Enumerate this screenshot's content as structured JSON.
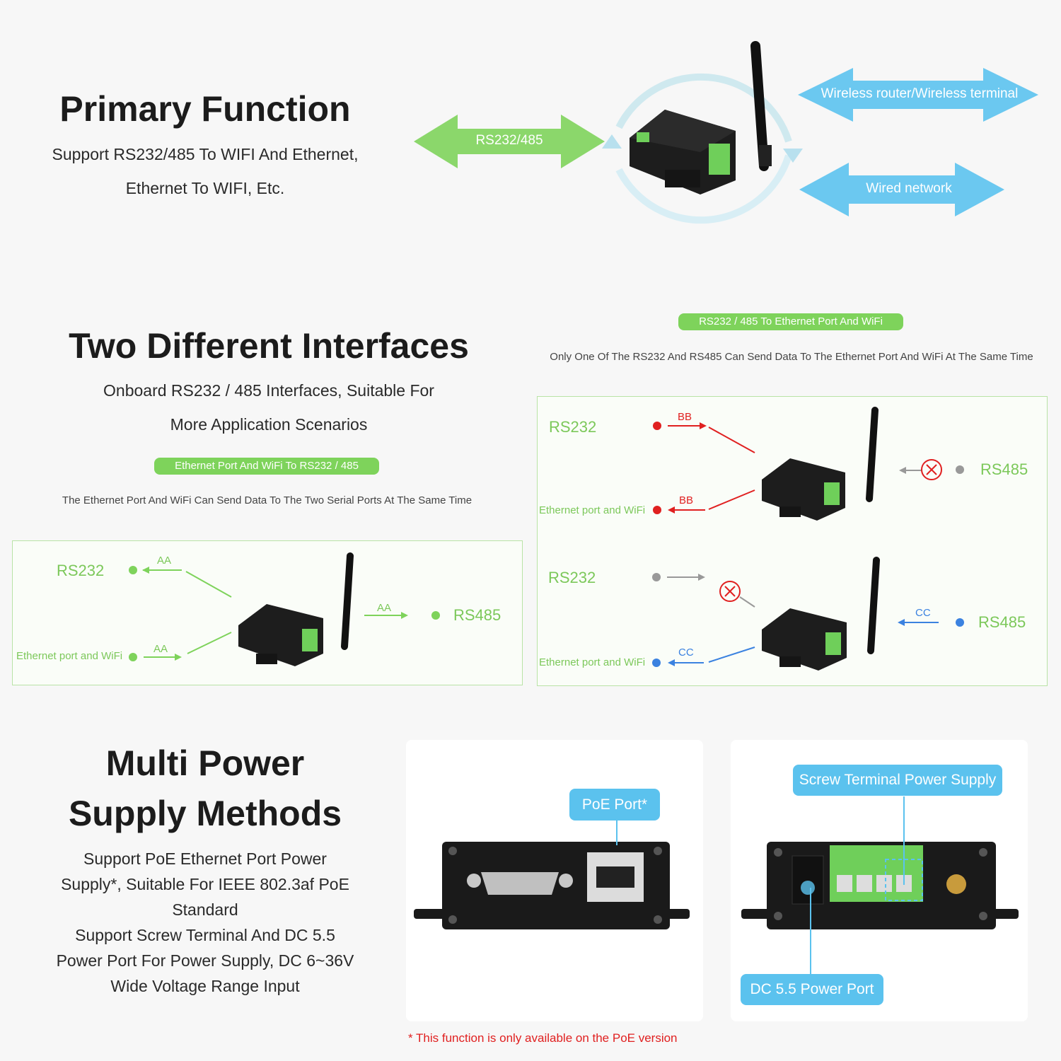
{
  "section1": {
    "title": "Primary Function",
    "line1": "Support RS232/485 To WIFI And Ethernet,",
    "line2": "Ethernet To WIFI, Etc.",
    "arrow_serial": "RS232/485",
    "arrow_wireless": "Wireless router/Wireless terminal",
    "arrow_wired": "Wired network"
  },
  "section2": {
    "title": "Two Different Interfaces",
    "line1": "Onboard RS232 / 485 Interfaces, Suitable For",
    "line2": "More Application Scenarios",
    "left_pill": "Ethernet Port And WiFi To RS232 / 485",
    "left_note": "The Ethernet Port And WiFi Can Send Data To The Two Serial Ports At The Same Time",
    "right_pill": "RS232 / 485 To Ethernet Port And WiFi",
    "right_note": "Only One Of The RS232 And RS485 Can Send Data To The Ethernet Port And WiFi At The Same Time",
    "left_diagram": {
      "rs232": "RS232",
      "eth_wifi": "Ethernet port and WiFi",
      "rs485": "RS485",
      "tag": "AA"
    },
    "right_top": {
      "rs232": "RS232",
      "eth_wifi": "Ethernet port and WiFi",
      "rs485": "RS485",
      "tag": "BB"
    },
    "right_bottom": {
      "rs232": "RS232",
      "eth_wifi": "Ethernet port and WiFi",
      "rs485": "RS485",
      "tag": "CC"
    }
  },
  "section3": {
    "title1": "Multi Power",
    "title2": "Supply Methods",
    "p1": "Support PoE Ethernet Port Power",
    "p2": "Supply*, Suitable For IEEE 802.3af PoE",
    "p3": "Standard",
    "p4": "Support Screw Terminal And DC 5.5",
    "p5": "Power Port For Power Supply, DC 6~36V",
    "p6": "Wide Voltage Range Input",
    "poe_label": "PoE Port*",
    "screw_label": "Screw Terminal Power Supply",
    "dc_label": "DC 5.5 Power Port",
    "footnote": "* This function is only available on the PoE version"
  },
  "colors": {
    "green": "#7ed35b",
    "blue": "#5bc2ee",
    "red": "#e02020",
    "device": "#1a1a1a"
  }
}
